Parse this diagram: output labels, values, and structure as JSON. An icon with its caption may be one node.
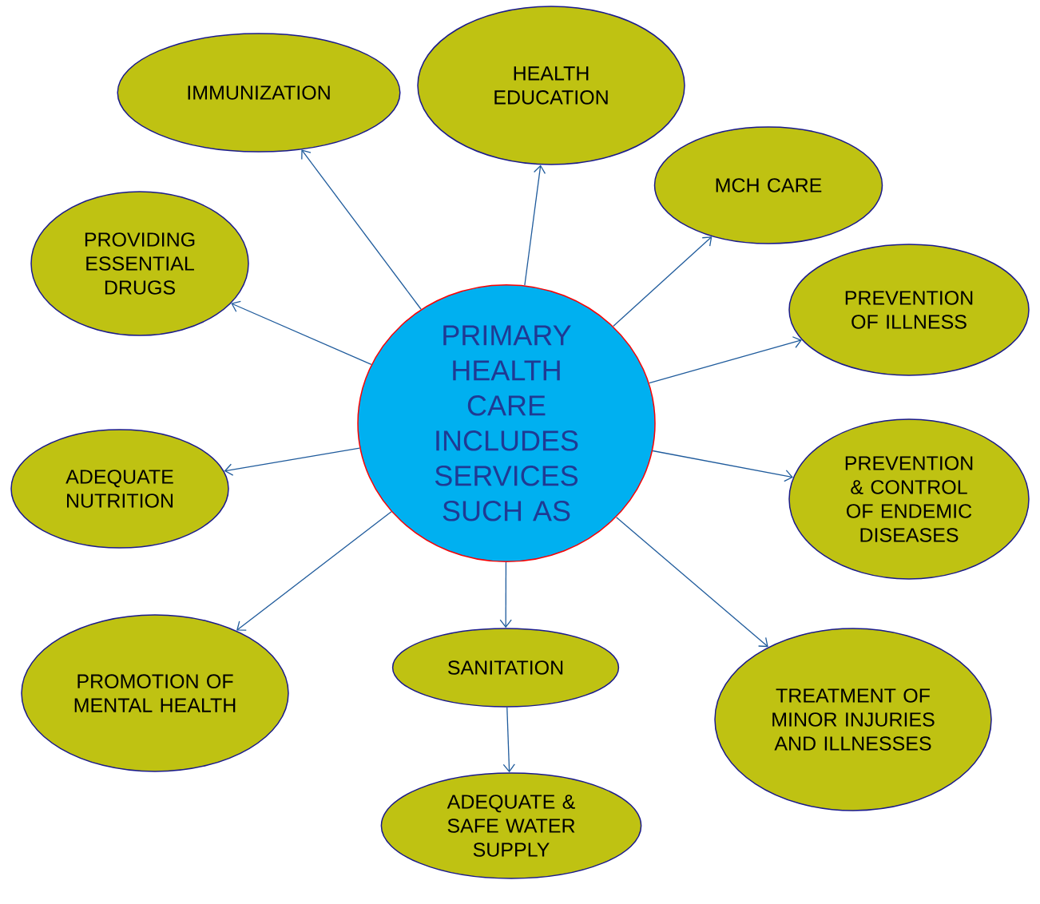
{
  "diagram": {
    "nodes": [
      {
        "text": [
          "PRIMARY HEALTH CARE INCLUDES SERVICES SUCH AS"
        ]
      },
      {
        "text": [
          "IMMUNIZATION"
        ]
      },
      {
        "text": [
          "HEALTH EDUCATION"
        ]
      },
      {
        "text": [
          "MCH CARE"
        ]
      },
      {
        "text": [
          "PREVENTION OF ILLNESS"
        ]
      },
      {
        "text": [
          "PREVENTION & CONTROL OF ENDEMIC DISEASES"
        ]
      },
      {
        "text": [
          "TREATMENT OF MINOR INJURIES AND ILLNESSES"
        ]
      },
      {
        "text": [
          "SANITATION"
        ]
      },
      {
        "text": [
          "ADEQUATE & SAFE WATER SUPPLY"
        ]
      },
      {
        "text": [
          "PROMOTION OF MENTAL HEALTH"
        ]
      },
      {
        "text": [
          "ADEQUATE NUTRITION"
        ]
      },
      {
        "text": [
          "PROVIDING ESSENTIAL DRUGS"
        ]
      }
    ],
    "edges": [
      {
        "from": 0,
        "to": 1,
        "arrow": "to"
      },
      {
        "from": 0,
        "to": 2,
        "arrow": "to"
      },
      {
        "from": 0,
        "to": 3,
        "arrow": "to"
      },
      {
        "from": 0,
        "to": 4,
        "arrow": "to"
      },
      {
        "from": 0,
        "to": 5,
        "arrow": "to"
      },
      {
        "from": 0,
        "to": 6,
        "arrow": "to"
      },
      {
        "from": 0,
        "to": 7,
        "arrow": "to"
      },
      {
        "from": 7,
        "to": 8,
        "arrow": "to"
      },
      {
        "from": 0,
        "to": 9,
        "arrow": "to"
      },
      {
        "from": 0,
        "to": 10,
        "arrow": "to"
      },
      {
        "from": 0,
        "to": 11,
        "arrow": "to"
      }
    ]
  }
}
